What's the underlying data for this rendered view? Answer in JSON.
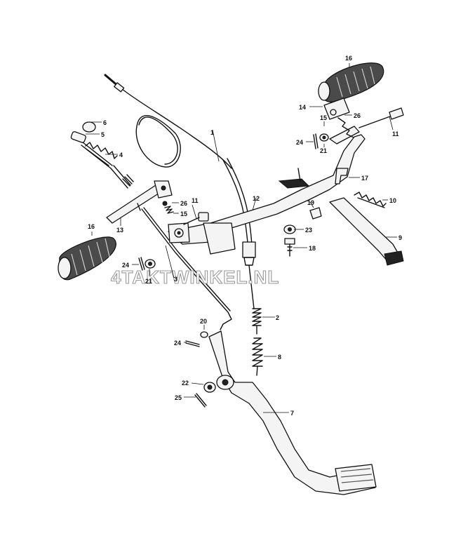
{
  "watermark": "4TAKTWINKEL.NL",
  "callouts": {
    "c1": "1",
    "c2": "2",
    "c3": "3",
    "c4": "4",
    "c5": "5",
    "c6": "6",
    "c7": "7",
    "c8": "8",
    "c9": "9",
    "c10": "10",
    "c11a": "11",
    "c11b": "11",
    "c12": "12",
    "c13": "13",
    "c14": "14",
    "c15a": "15",
    "c15b": "15",
    "c16a": "16",
    "c16b": "16",
    "c17": "17",
    "c18": "18",
    "c19": "19",
    "c20": "20",
    "c21a": "21",
    "c21b": "21",
    "c22": "22",
    "c23": "23",
    "c24a": "24",
    "c24b": "24",
    "c24c": "24",
    "c25": "25",
    "c26a": "26",
    "c26b": "26"
  }
}
